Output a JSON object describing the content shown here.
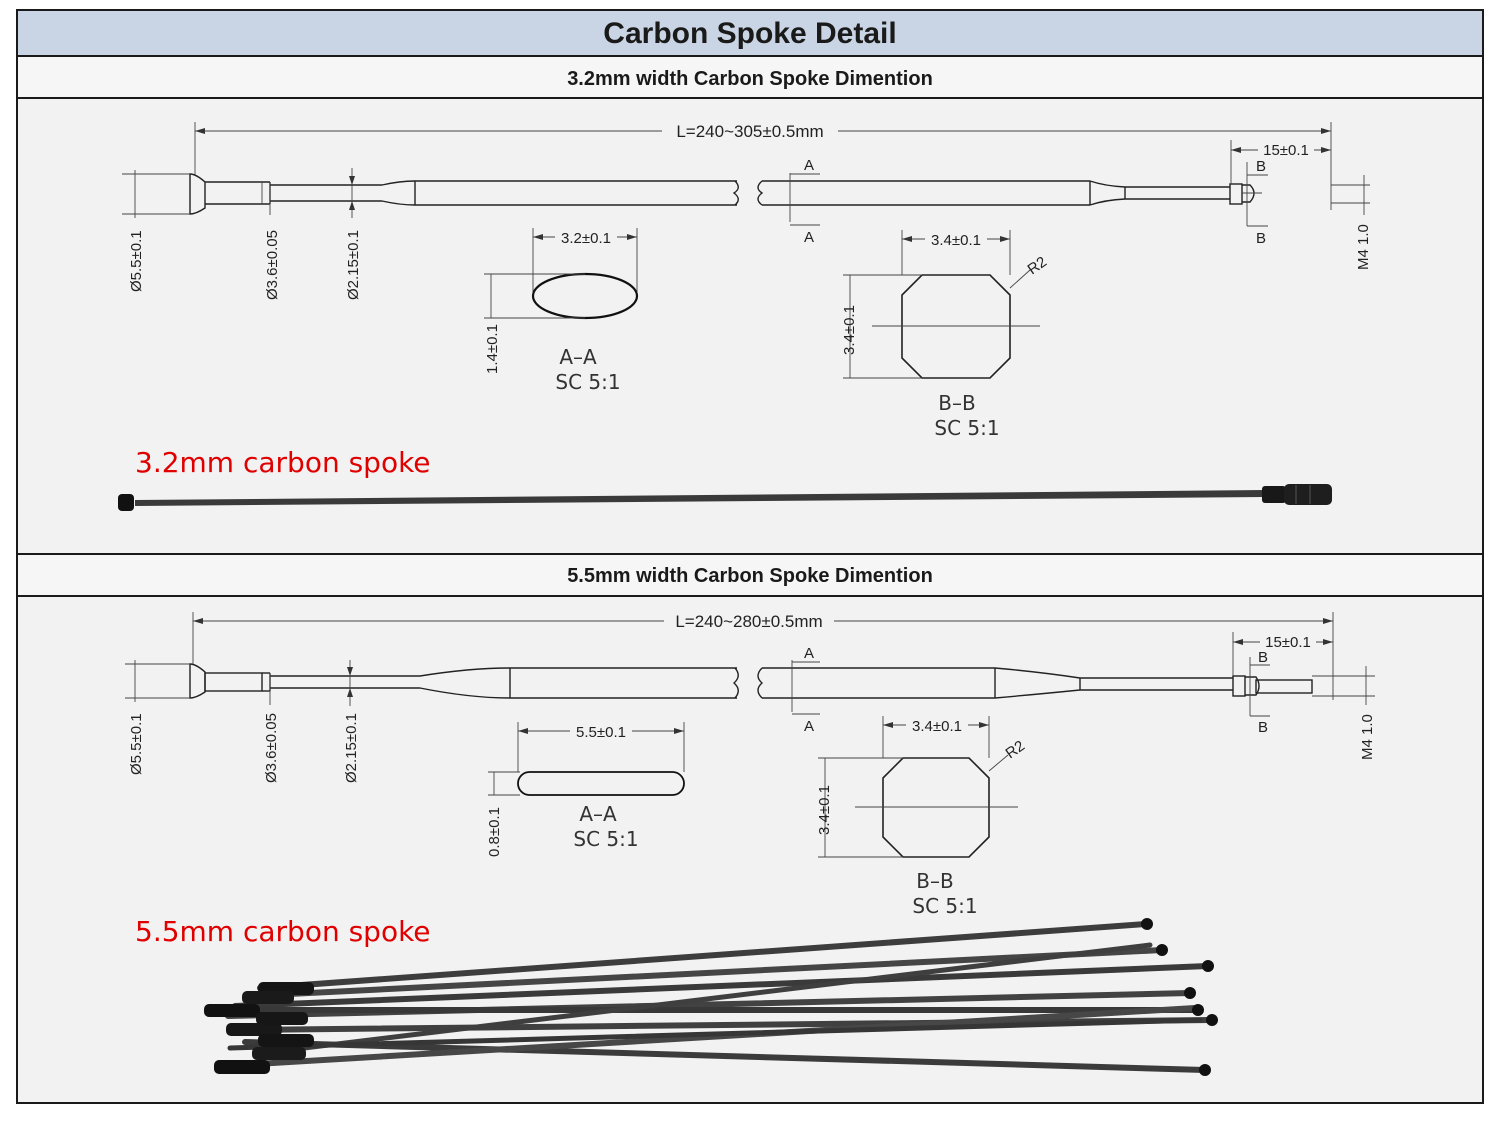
{
  "title": "Carbon Spoke Detail",
  "sections": [
    {
      "header": "3.2mm width Carbon Spoke Dimention",
      "length": "L=240~305±0.5mm",
      "end_dim": "15±0.1",
      "diameters": [
        "Ø5.5±0.1",
        "Ø3.6±0.05",
        "Ø2.15±0.1"
      ],
      "thread": "M4 1.0",
      "section_a": {
        "width": "3.2±0.1",
        "height": "1.4±0.1",
        "name": "A–A",
        "scale": "SC  5:1"
      },
      "section_b": {
        "width": "3.4±0.1",
        "height": "3.4±0.1",
        "radius": "R2",
        "name": "B–B",
        "scale": "SC  5:1"
      },
      "marker_a": "A",
      "marker_b": "B",
      "photo_label": "3.2mm carbon spoke"
    },
    {
      "header": "5.5mm width Carbon Spoke Dimention",
      "length": "L=240~280±0.5mm",
      "end_dim": "15±0.1",
      "diameters": [
        "Ø5.5±0.1",
        "Ø3.6±0.05",
        "Ø2.15±0.1"
      ],
      "thread": "M4 1.0",
      "section_a": {
        "width": "5.5±0.1",
        "height": "0.8±0.1",
        "name": "A–A",
        "scale": "SC  5:1"
      },
      "section_b": {
        "width": "3.4±0.1",
        "height": "3.4±0.1",
        "radius": "R2",
        "name": "B–B",
        "scale": "SC  5:1"
      },
      "marker_a": "A",
      "marker_b": "B",
      "photo_label": "5.5mm carbon spoke"
    }
  ],
  "colors": {
    "title_bar": "#c9d5e4",
    "panel": "#f2f2f2",
    "label_red": "#e00000",
    "border": "#1a1a1a"
  }
}
